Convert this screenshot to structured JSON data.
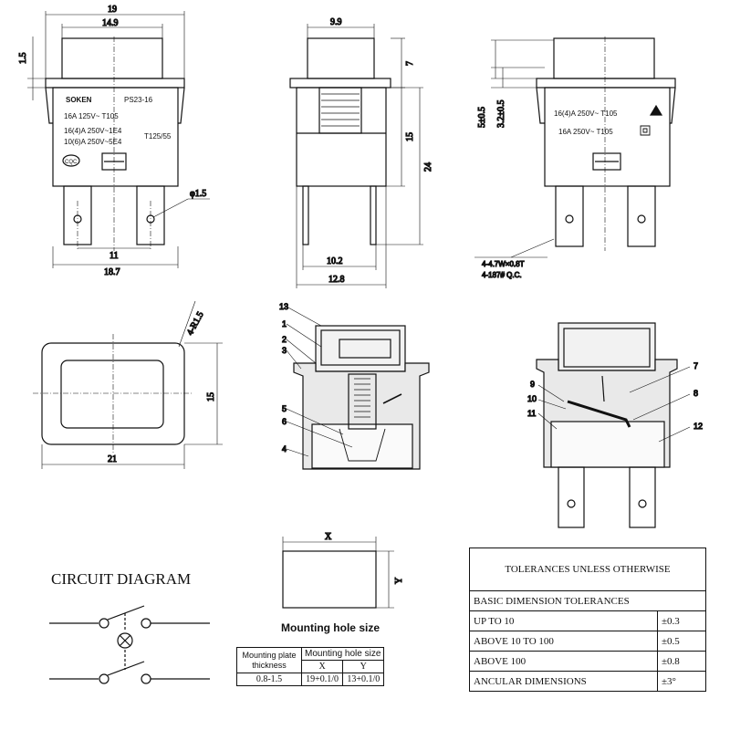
{
  "front_view": {
    "dims": {
      "overall_width": "19",
      "button_width": "14.9",
      "step": "1.5",
      "terminal_pitch": "11",
      "terminal_span": "18.7",
      "hole_dia": "φ1.5"
    },
    "markings": {
      "brand": "SOKEN",
      "model": "PS23-16",
      "line1": "16A 125V~   T105",
      "line2": "16(4)A 250V~1E4",
      "line3": "10(6)A 250V~5E4",
      "line4": "T125/55",
      "cqc": "CQC"
    }
  },
  "side_view": {
    "dims": {
      "button_width": "9.9",
      "button_height": "7",
      "body_height": "15",
      "total_height": "24",
      "terminal_span": "10.2",
      "body_width": "12.8"
    }
  },
  "back_view": {
    "dims": {
      "step_a": "5±0.5",
      "step_b": "3.2±0.5",
      "tab_note_1": "4-4.7W×0.8T",
      "tab_note_2": "4-187# Q.C."
    },
    "markings": {
      "line1": "16(4)A 250V~   T105",
      "line2": "16A 250V~   T105"
    }
  },
  "cutout_view": {
    "dims": {
      "corner_radius": "4-R1.5",
      "height": "15",
      "width": "21"
    }
  },
  "section_left": {
    "labels": [
      "13",
      "1",
      "2",
      "3",
      "5",
      "6",
      "4"
    ]
  },
  "section_right": {
    "labels": [
      "9",
      "10",
      "11",
      "7",
      "8",
      "12"
    ]
  },
  "circuit": {
    "title": "CIRCUIT DIAGRAM"
  },
  "mounting_hole": {
    "caption": "Mounting hole size",
    "x_label": "X",
    "y_label": "Y",
    "table": {
      "header_thickness": "Mounting plate thickness",
      "header_size": "Mounting hole size",
      "col_x": "X",
      "col_y": "Y",
      "thickness": "0.8-1.5",
      "x_value": "19+0.1/0",
      "y_value": "13+0.1/0"
    }
  },
  "tolerances": {
    "title": "TOLERANCES UNLESS OTHERWISE",
    "subtitle": "BASIC DIMENSION TOLERANCES",
    "rows": [
      {
        "range": "UP TO 10",
        "tol": "±0.3"
      },
      {
        "range": "ABOVE 10 TO 100",
        "tol": "±0.5"
      },
      {
        "range": "ABOVE 100",
        "tol": "±0.8"
      },
      {
        "range": "ANCULAR DIMENSIONS",
        "tol": "±3°"
      }
    ]
  }
}
